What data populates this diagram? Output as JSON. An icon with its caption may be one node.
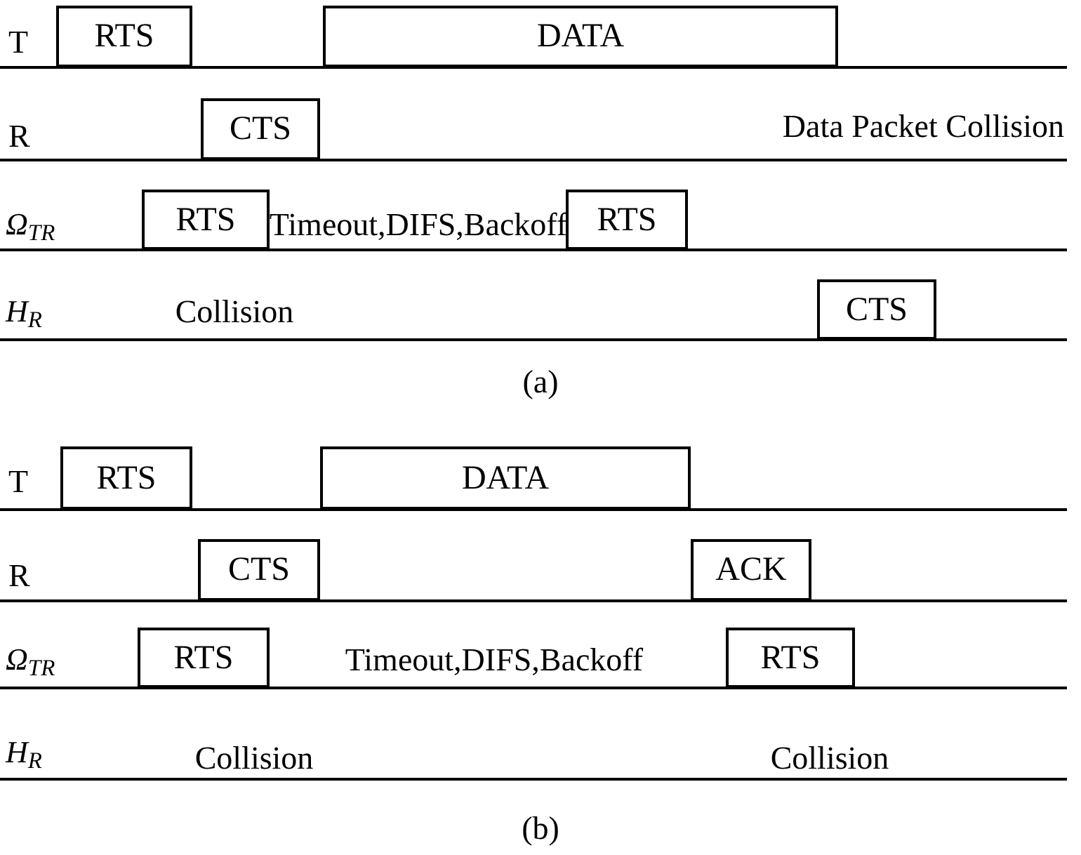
{
  "diagram": {
    "nodes": [
      {
        "text": [
          "RTS"
        ]
      },
      {
        "text": [
          "DATA"
        ]
      },
      {
        "text": [
          "CTS"
        ]
      },
      {
        "text": [
          "RTS"
        ]
      },
      {
        "text": [
          "RTS"
        ]
      },
      {
        "text": [
          "CTS"
        ]
      },
      {
        "text": [
          "RTS"
        ]
      },
      {
        "text": [
          "DATA"
        ]
      },
      {
        "text": [
          "CTS"
        ]
      },
      {
        "text": [
          "ACK"
        ]
      },
      {
        "text": [
          "RTS"
        ]
      },
      {
        "text": [
          "RTS"
        ]
      }
    ],
    "edges": [],
    "labels": [
      "T",
      "R",
      "Data Packet Collision",
      "Ω$_{TR}$",
      "Timeout,DIFS,Backoff",
      "H$_{R}$",
      "Collision",
      "(a)",
      "T",
      "R",
      "Ω$_{TR}$",
      "Timeout,DIFS,Backoff",
      "H$_{R}$",
      "Collision",
      "Collision",
      "(b)"
    ]
  }
}
